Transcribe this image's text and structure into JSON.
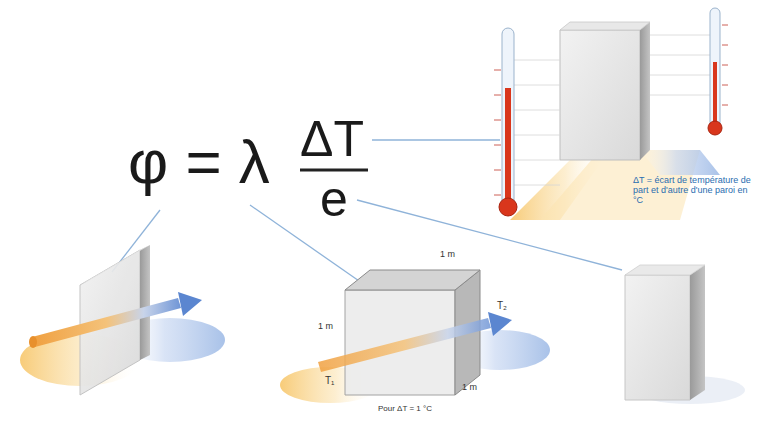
{
  "diagram": {
    "labels": [
      "φ = λ",
      "ΔT",
      "e",
      "ΔT = écart de température de part et d'autre d'une paroi en °C",
      "1 m",
      "1 m",
      "1 m",
      "T₁",
      "T₂",
      "Pour ΔT = 1 °C"
    ]
  }
}
